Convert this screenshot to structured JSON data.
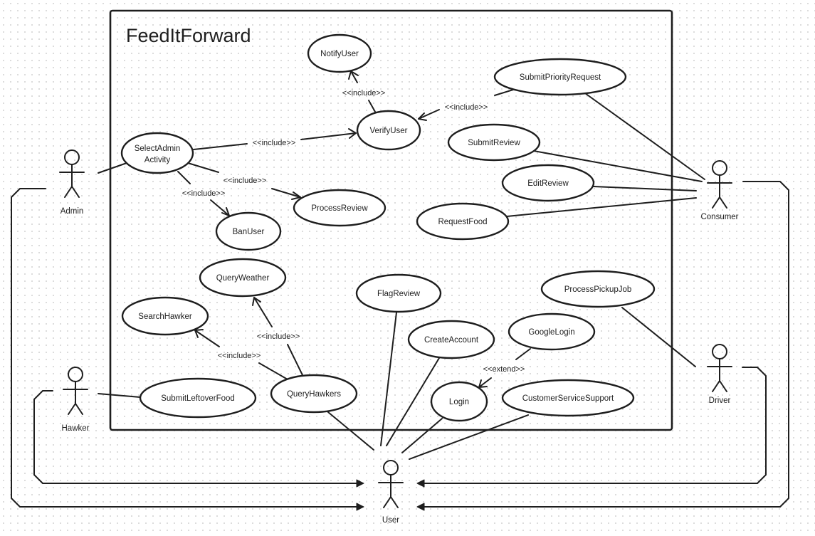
{
  "system": {
    "title": "FeedItForward"
  },
  "actors": {
    "admin": "Admin",
    "hawker": "Hawker",
    "consumer": "Consumer",
    "driver": "Driver",
    "user": "User"
  },
  "use_cases": {
    "notify_user": "NotifyUser",
    "submit_priority_request": "SubmitPriorityRequest",
    "verify_user": "VerifyUser",
    "select_admin_activity_line1": "SelectAdmin",
    "select_admin_activity_line2": "Activity",
    "submit_review": "SubmitReview",
    "edit_review": "EditReview",
    "process_review": "ProcessReview",
    "request_food": "RequestFood",
    "ban_user": "BanUser",
    "query_weather": "QueryWeather",
    "flag_review": "FlagReview",
    "process_pickup_job": "ProcessPickupJob",
    "search_hawker": "SearchHawker",
    "create_account": "CreateAccount",
    "google_login": "GoogleLogin",
    "submit_leftover_food": "SubmitLeftoverFood",
    "query_hawkers": "QueryHawkers",
    "login": "Login",
    "customer_service_support": "CustomerServiceSupport"
  },
  "relationships": {
    "include_notify": "<<include>>",
    "include_priority": "<<include>>",
    "include_verify": "<<include>>",
    "include_process_review": "<<include>>",
    "include_ban": "<<include>>",
    "include_weather": "<<include>>",
    "include_search": "<<include>>",
    "extend_google": "<<extend>>"
  }
}
